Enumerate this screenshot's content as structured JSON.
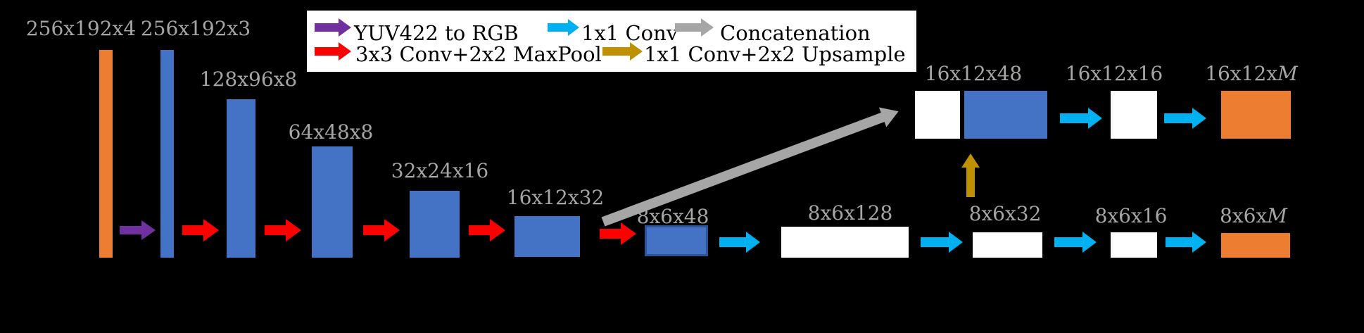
{
  "figure": {
    "type": "cnn-architecture-diagram",
    "background": "#000000"
  },
  "colors": {
    "orange_block": "#ED7D31",
    "blue_block": "#4472C4",
    "blue_block_border": "#2F5496",
    "white_block": "#FFFFFF",
    "red_arrow": "#FF0000",
    "purple_arrow": "#7030A0",
    "cyan_arrow": "#00B0F0",
    "gold_arrow": "#BF9000",
    "gray_arrow": "#A6A6A6",
    "dim_label_text": "#A6A6A6",
    "legend_text": "#000000",
    "legend_background": "#FFFFFF"
  },
  "legend": {
    "items": [
      {
        "icon": "purple-arrow",
        "label": "YUV422 to RGB"
      },
      {
        "icon": "cyan-arrow",
        "label": "1x1 Conv"
      },
      {
        "icon": "gray-arrow",
        "label": "Concatenation"
      },
      {
        "icon": "red-arrow",
        "label": "3x3 Conv+2x2 MaxPool"
      },
      {
        "icon": "gold-arrow",
        "label": "1x1 Conv+2x2 Upsample"
      }
    ]
  },
  "labels": [
    {
      "text": "256x192x4"
    },
    {
      "text": "256x192x3"
    },
    {
      "text": "128x96x8"
    },
    {
      "text": "64x48x8"
    },
    {
      "text": "32x24x16"
    },
    {
      "text": "16x12x32"
    },
    {
      "text": "8x6x48"
    },
    {
      "text": "8x6x128"
    },
    {
      "text": "8x6x32"
    },
    {
      "text": "8x6x16"
    },
    {
      "text": "8x6x",
      "em": "M"
    },
    {
      "text": "16x12x48"
    },
    {
      "text": "16x12x16"
    },
    {
      "text": "16x12x",
      "em": "M"
    }
  ]
}
